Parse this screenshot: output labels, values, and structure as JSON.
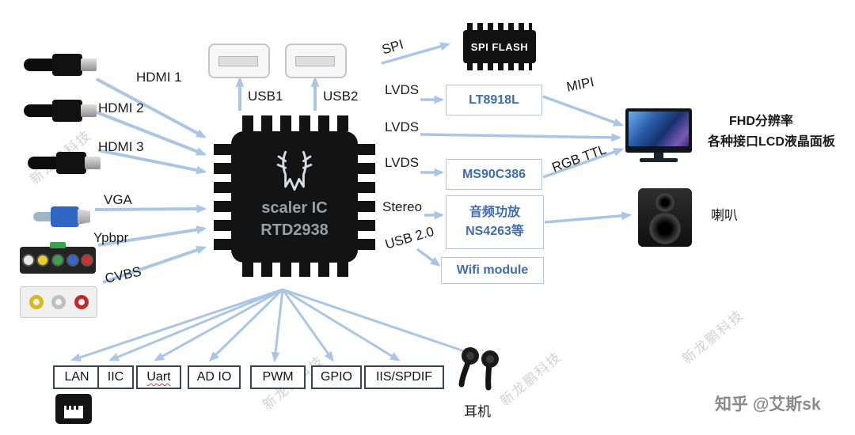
{
  "inputs": {
    "hdmi1": "HDMI 1",
    "hdmi2": "HDMI 2",
    "hdmi3": "HDMI 3",
    "vga": "VGA",
    "ypbpr": "Ypbpr",
    "cvbs": "CVBS"
  },
  "usb_ports": {
    "usb1": "USB1",
    "usb2": "USB2"
  },
  "chip": {
    "name": "scaler IC",
    "model": "RTD2938"
  },
  "right": {
    "spi_bus": "SPI",
    "spi_flash": "SPI FLASH",
    "lvds1": "LVDS",
    "lt8918l": "LT8918L",
    "mipi": "MIPI",
    "lvds2": "LVDS",
    "lvds3": "LVDS",
    "ms90c386": "MS90C386",
    "rgb_ttl": "RGB TTL",
    "stereo": "Stereo",
    "amp_line1": "音频功放",
    "amp_line2": "NS4263等",
    "usb20": "USB 2.0",
    "wifi": "Wifi  module",
    "speaker_label": "喇叭"
  },
  "display": {
    "line1": "FHD分辨率",
    "line2": "各种接口LCD液晶面板"
  },
  "bottom": {
    "ports": [
      "LAN",
      "IIC",
      "Uart",
      "AD IO",
      "PWM",
      "GPIO",
      "IIS/SPDIF"
    ],
    "earphone_label": "耳机"
  },
  "watermark": "新龙鹏科技",
  "credit": "知乎 @艾斯sk",
  "colors": {
    "arrow": "#aac6e6",
    "box_text": "#3e6db0",
    "chip_text": "#98a0a6"
  }
}
